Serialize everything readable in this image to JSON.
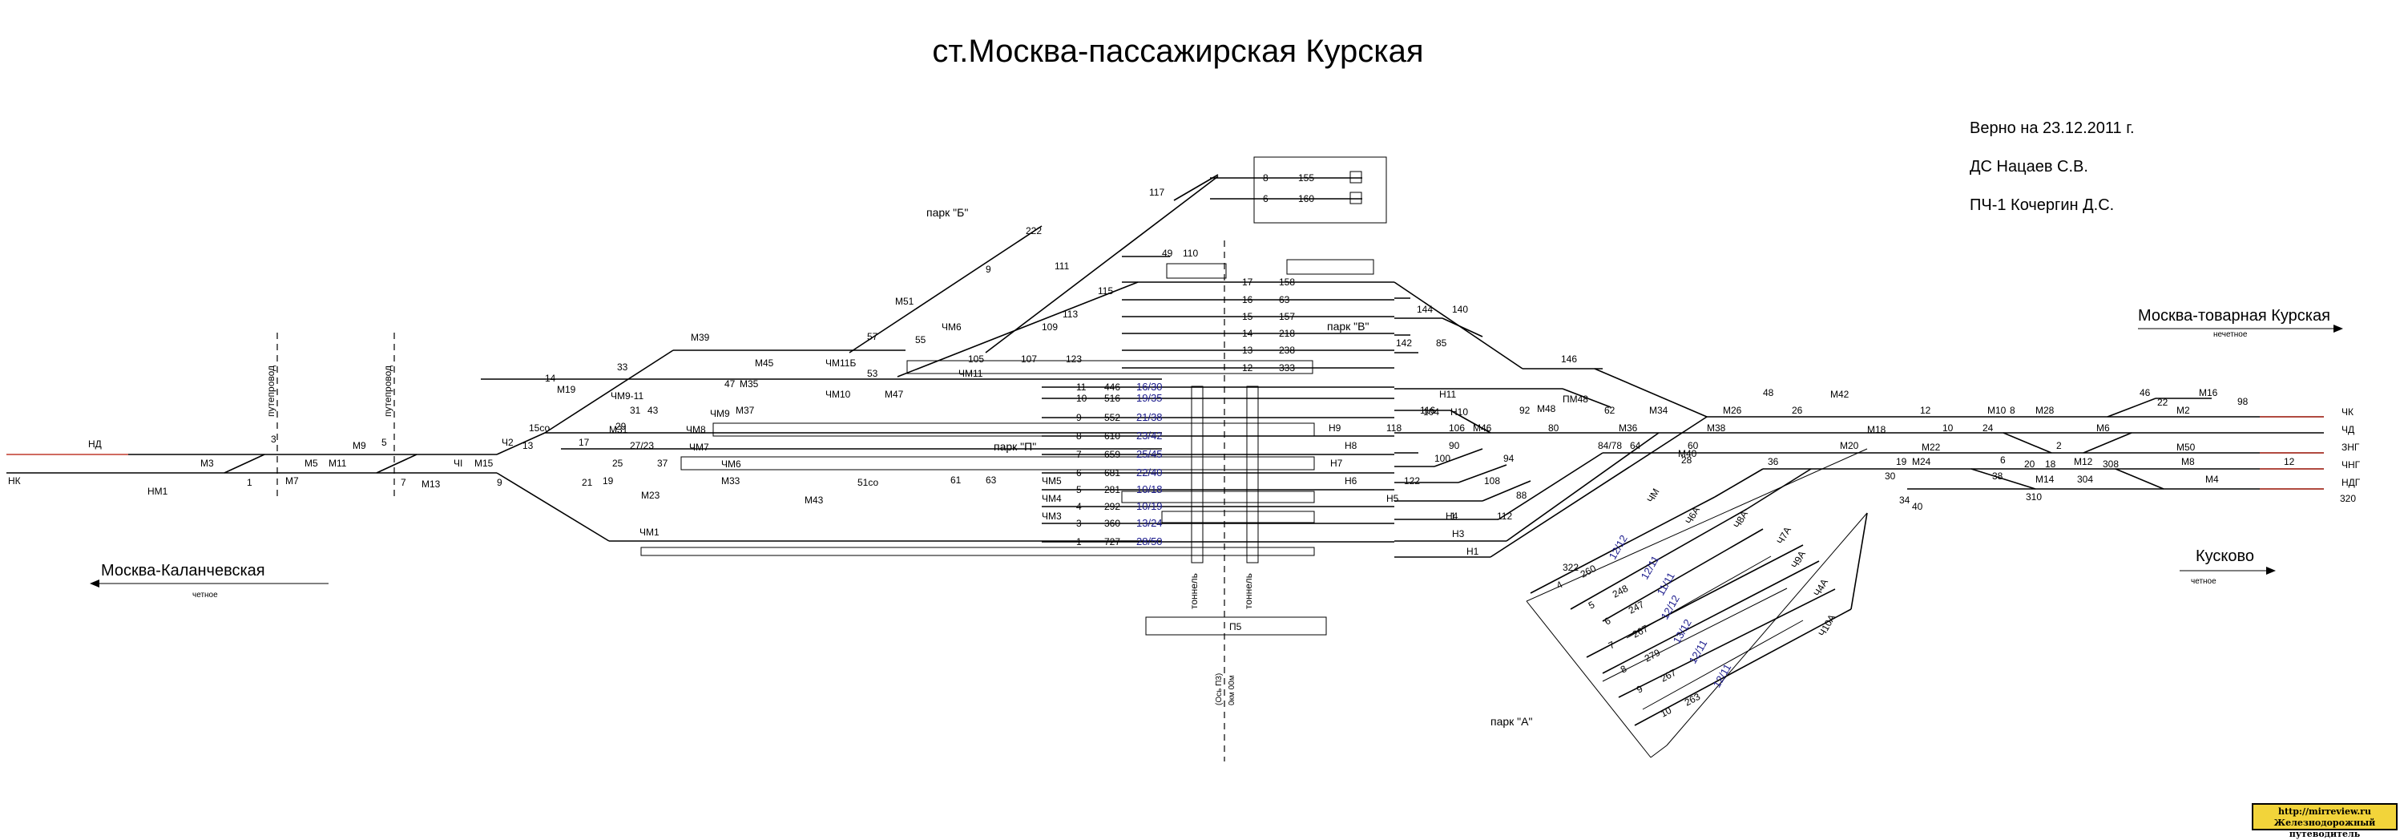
{
  "title": "ст.Москва-пассажирская Курская",
  "verified": {
    "date": "Верно на 23.12.2011 г.",
    "ds": "ДС Нацаев С.В.",
    "pch": "ПЧ-1 Кочергин Д.С."
  },
  "directions": {
    "left_name": "Москва-Каланчевская",
    "left_sub": "четное",
    "top_right_name": "Москва-товарная Курская",
    "top_right_sub": "нечетное",
    "bottom_right_name": "Кусково",
    "bottom_right_sub": "четное"
  },
  "parks": {
    "b": "парк \"Б\"",
    "v": "парк \"В\"",
    "p": "парк \"П\"",
    "a": "парк \"А\""
  },
  "viaducts": [
    "путепровод",
    "путепровод"
  ],
  "tunnels": [
    "тоннель",
    "тоннель"
  ],
  "platform_building": "П5",
  "km_label": "0км 00м",
  "km_label2": "(Ось П3)",
  "park_p_tracks": [
    {
      "no": "11",
      "len": "446",
      "platform": "16/30"
    },
    {
      "no": "10",
      "len": "516",
      "platform": "19/35"
    },
    {
      "no": "9",
      "len": "552",
      "platform": "21/38"
    },
    {
      "no": "8",
      "len": "610",
      "platform": "23/42"
    },
    {
      "no": "7",
      "len": "659",
      "platform": "25/45"
    },
    {
      "no": "6",
      "len": "681",
      "platform": "22/40"
    },
    {
      "no": "5",
      "len": "281",
      "platform": "10/18"
    },
    {
      "no": "4",
      "len": "292",
      "platform": "10/19"
    },
    {
      "no": "3",
      "len": "360",
      "platform": "13/24"
    },
    {
      "no": "1",
      "len": "727",
      "platform": "28/50"
    }
  ],
  "park_v_tracks": [
    {
      "no": "17",
      "len": "158"
    },
    {
      "no": "16",
      "len": "63"
    },
    {
      "no": "15",
      "len": "157"
    },
    {
      "no": "14",
      "len": "218"
    },
    {
      "no": "13",
      "len": "238"
    },
    {
      "no": "12",
      "len": "333"
    }
  ],
  "park_b_tracks": [
    {
      "no": "8",
      "len": "155"
    },
    {
      "no": "6",
      "len": "160"
    }
  ],
  "park_a_tracks": [
    {
      "no": "4",
      "len": "260",
      "platform": "12/12"
    },
    {
      "no": "5",
      "len": "248",
      "platform": "12/11"
    },
    {
      "no": "6",
      "len": "247",
      "platform": "11/11"
    },
    {
      "no": "7",
      "len": "267",
      "platform": "12/12"
    },
    {
      "no": "8",
      "len": "279",
      "platform": "13/12"
    },
    {
      "no": "9",
      "len": "267",
      "platform": "12/11"
    },
    {
      "no": "10",
      "len": "263",
      "platform": "12/11"
    }
  ],
  "signals": {
    "nd": "НД",
    "nk": "НК",
    "nm1": "НМ1",
    "m3": "М3",
    "m5": "М5",
    "m7": "М7",
    "m9": "М9",
    "m11": "М11",
    "m13": "М13",
    "chi": "ЧI",
    "m15": "М15",
    "ch2": "Ч2",
    "m19": "М19",
    "m39": "М39",
    "m45": "М45",
    "chm11b": "ЧМ11Б",
    "m51": "М51",
    "chm6_top": "ЧМ6",
    "m35": "М35",
    "chm10": "ЧМ10",
    "m47": "М47",
    "chm11": "ЧМ11",
    "chm9_11": "ЧМ9-11",
    "chm9": "ЧМ9",
    "m37": "М37",
    "m31": "М31",
    "chm8": "ЧМ8",
    "chm7": "ЧМ7",
    "chm6": "ЧМ6",
    "m33": "М33",
    "m23": "М23",
    "m43": "М43",
    "chm5": "ЧМ5",
    "chm4": "ЧМ4",
    "chm3": "ЧМ3",
    "chm1": "ЧМ1",
    "n11": "Н11",
    "n10": "Н10",
    "m46": "М46",
    "m48": "М48",
    "pm48": "ПМ48",
    "n9": "Н9",
    "n8": "Н8",
    "n7": "Н7",
    "n6": "Н6",
    "n5": "Н5",
    "n4": "Н4",
    "n3": "Н3",
    "n1": "Н1",
    "m34": "М34",
    "m36": "М36",
    "m38": "М38",
    "m26": "М26",
    "m40": "М40",
    "m42": "М42",
    "m18": "М18",
    "m20": "М20",
    "m22": "М22",
    "m24": "М24",
    "m10": "М10",
    "m28": "М28",
    "m6": "М6",
    "m2": "М2",
    "m16": "М16",
    "m12": "М12",
    "m14": "М14",
    "m50": "М50",
    "m8": "М8",
    "m4": "М4",
    "chk": "ЧК",
    "chd": "ЧД",
    "chng": "ЧНГ",
    "chng2": "ЗНГ",
    "ndg": "НДГ",
    "chm": "ЧМ",
    "ch6a": "Ч6А",
    "ch8a": "Ч8А",
    "ch7a": "Ч7А",
    "ch9a": "Ч9А",
    "ch4a": "Ч4А",
    "ch10a": "Ч10А"
  },
  "switch_numbers": [
    "1",
    "3",
    "5",
    "7",
    "9",
    "13",
    "15со",
    "17",
    "19",
    "21",
    "25",
    "27/23",
    "29",
    "31",
    "33",
    "37",
    "43",
    "47",
    "51со",
    "53",
    "55",
    "57",
    "61",
    "63",
    "105",
    "107",
    "109",
    "111",
    "113",
    "115",
    "117",
    "123",
    "222",
    "9",
    "116",
    "118",
    "104",
    "106",
    "100",
    "90",
    "122",
    "108",
    "92",
    "94",
    "88",
    "80",
    "84/78",
    "62",
    "64",
    "60",
    "28",
    "36",
    "48",
    "26",
    "12",
    "10",
    "24",
    "2",
    "8",
    "46",
    "22",
    "98",
    "19",
    "30",
    "40",
    "34",
    "38",
    "20",
    "6",
    "18",
    "304",
    "308",
    "310",
    "320",
    "12",
    "1",
    "112",
    "322",
    "14",
    "85",
    "140",
    "142",
    "144",
    "146",
    "110",
    "49",
    "3"
  ],
  "stamp": {
    "line1": "http://mirreview.ru",
    "line2": "Железнодорожный путеводитель"
  }
}
